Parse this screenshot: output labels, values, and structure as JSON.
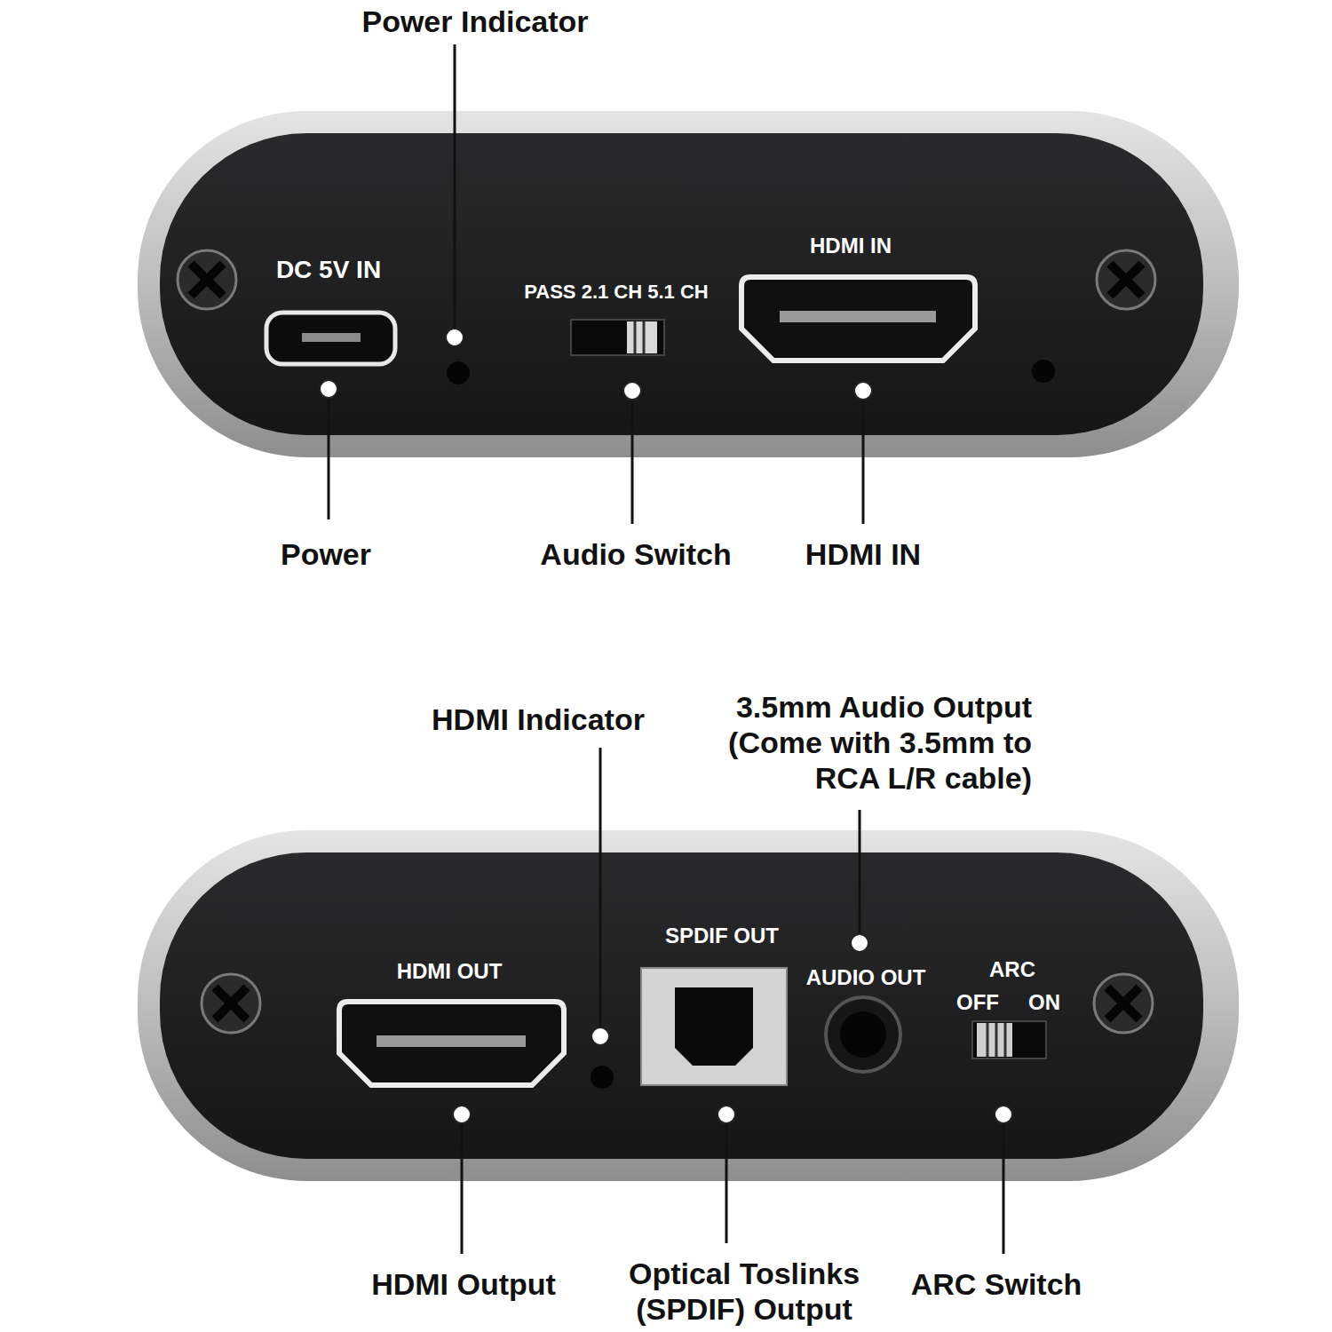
{
  "diagram": {
    "labels": [
      "Power Indicator",
      "DC 5V IN",
      "PASS 2.1 CH 5.1 CH",
      "HDMI IN",
      "Power",
      "Audio Switch",
      "HDMI IN",
      "HDMI Indicator",
      "3.5mm Audio Output (Come with 3.5mm to RCA L/R cable)",
      "SPDIF OUT",
      "AUDIO OUT",
      "HDMI OUT",
      "ARC",
      "OFF",
      "ON",
      "HDMI Output",
      "Optical Toslinks (SPDIF) Output",
      "ARC Switch"
    ]
  }
}
